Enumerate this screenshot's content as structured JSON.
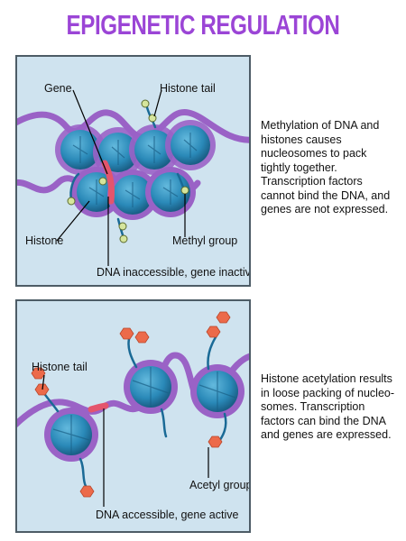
{
  "title": "EPIGENETIC REGULATION",
  "top_panel": {
    "labels": {
      "gene": "Gene",
      "histone_tail": "Histone tail",
      "histone": "Histone",
      "methyl_group": "Methyl group",
      "caption": "DNA inaccessible, gene inactive"
    },
    "description": "Methylation of DNA and histones causes nucleosomes to pack tightly together. Transcription factors cannot bind the DNA, and genes are not expressed."
  },
  "bottom_panel": {
    "labels": {
      "histone_tail": "Histone tail",
      "acetyl_group": "Acetyl group",
      "caption": "DNA accessible, gene active"
    },
    "description": "Histone acetylation results in loose packing of nucleo-somes. Transcription factors can bind the DNA and genes are expressed."
  },
  "colors": {
    "title": "#9b45d6",
    "panel_bg": "#cfe3ef",
    "dna": "#9a62c6",
    "histone": "#2a89b8",
    "gene_segment": "#e4556c",
    "acetyl": "#ec6a4a",
    "methyl": "#d6e59c"
  }
}
